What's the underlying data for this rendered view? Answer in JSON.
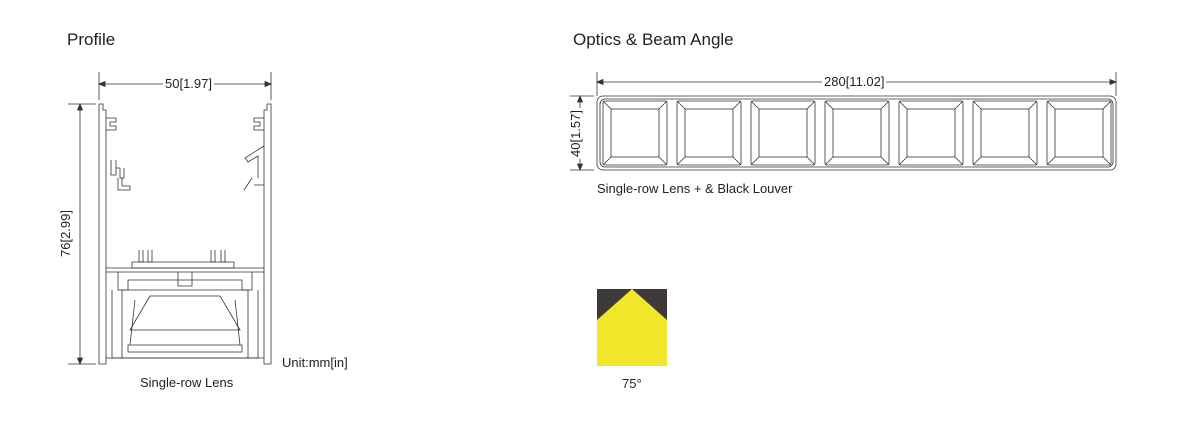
{
  "profile": {
    "title": "Profile",
    "width_dim": "50[1.97]",
    "height_dim": "76[2.99]",
    "caption": "Single-row Lens",
    "unit": "Unit:mm[in]"
  },
  "optics": {
    "title": "Optics & Beam Angle",
    "length_dim": "280[11.02]",
    "height_dim": "40[1.57]",
    "caption": "Single-row Lens + & Black Louver",
    "louver_cells": 7,
    "beam": {
      "angle_label": "75°",
      "colors": {
        "background": "#3d3a39",
        "beam": "#f2e62b"
      }
    }
  }
}
